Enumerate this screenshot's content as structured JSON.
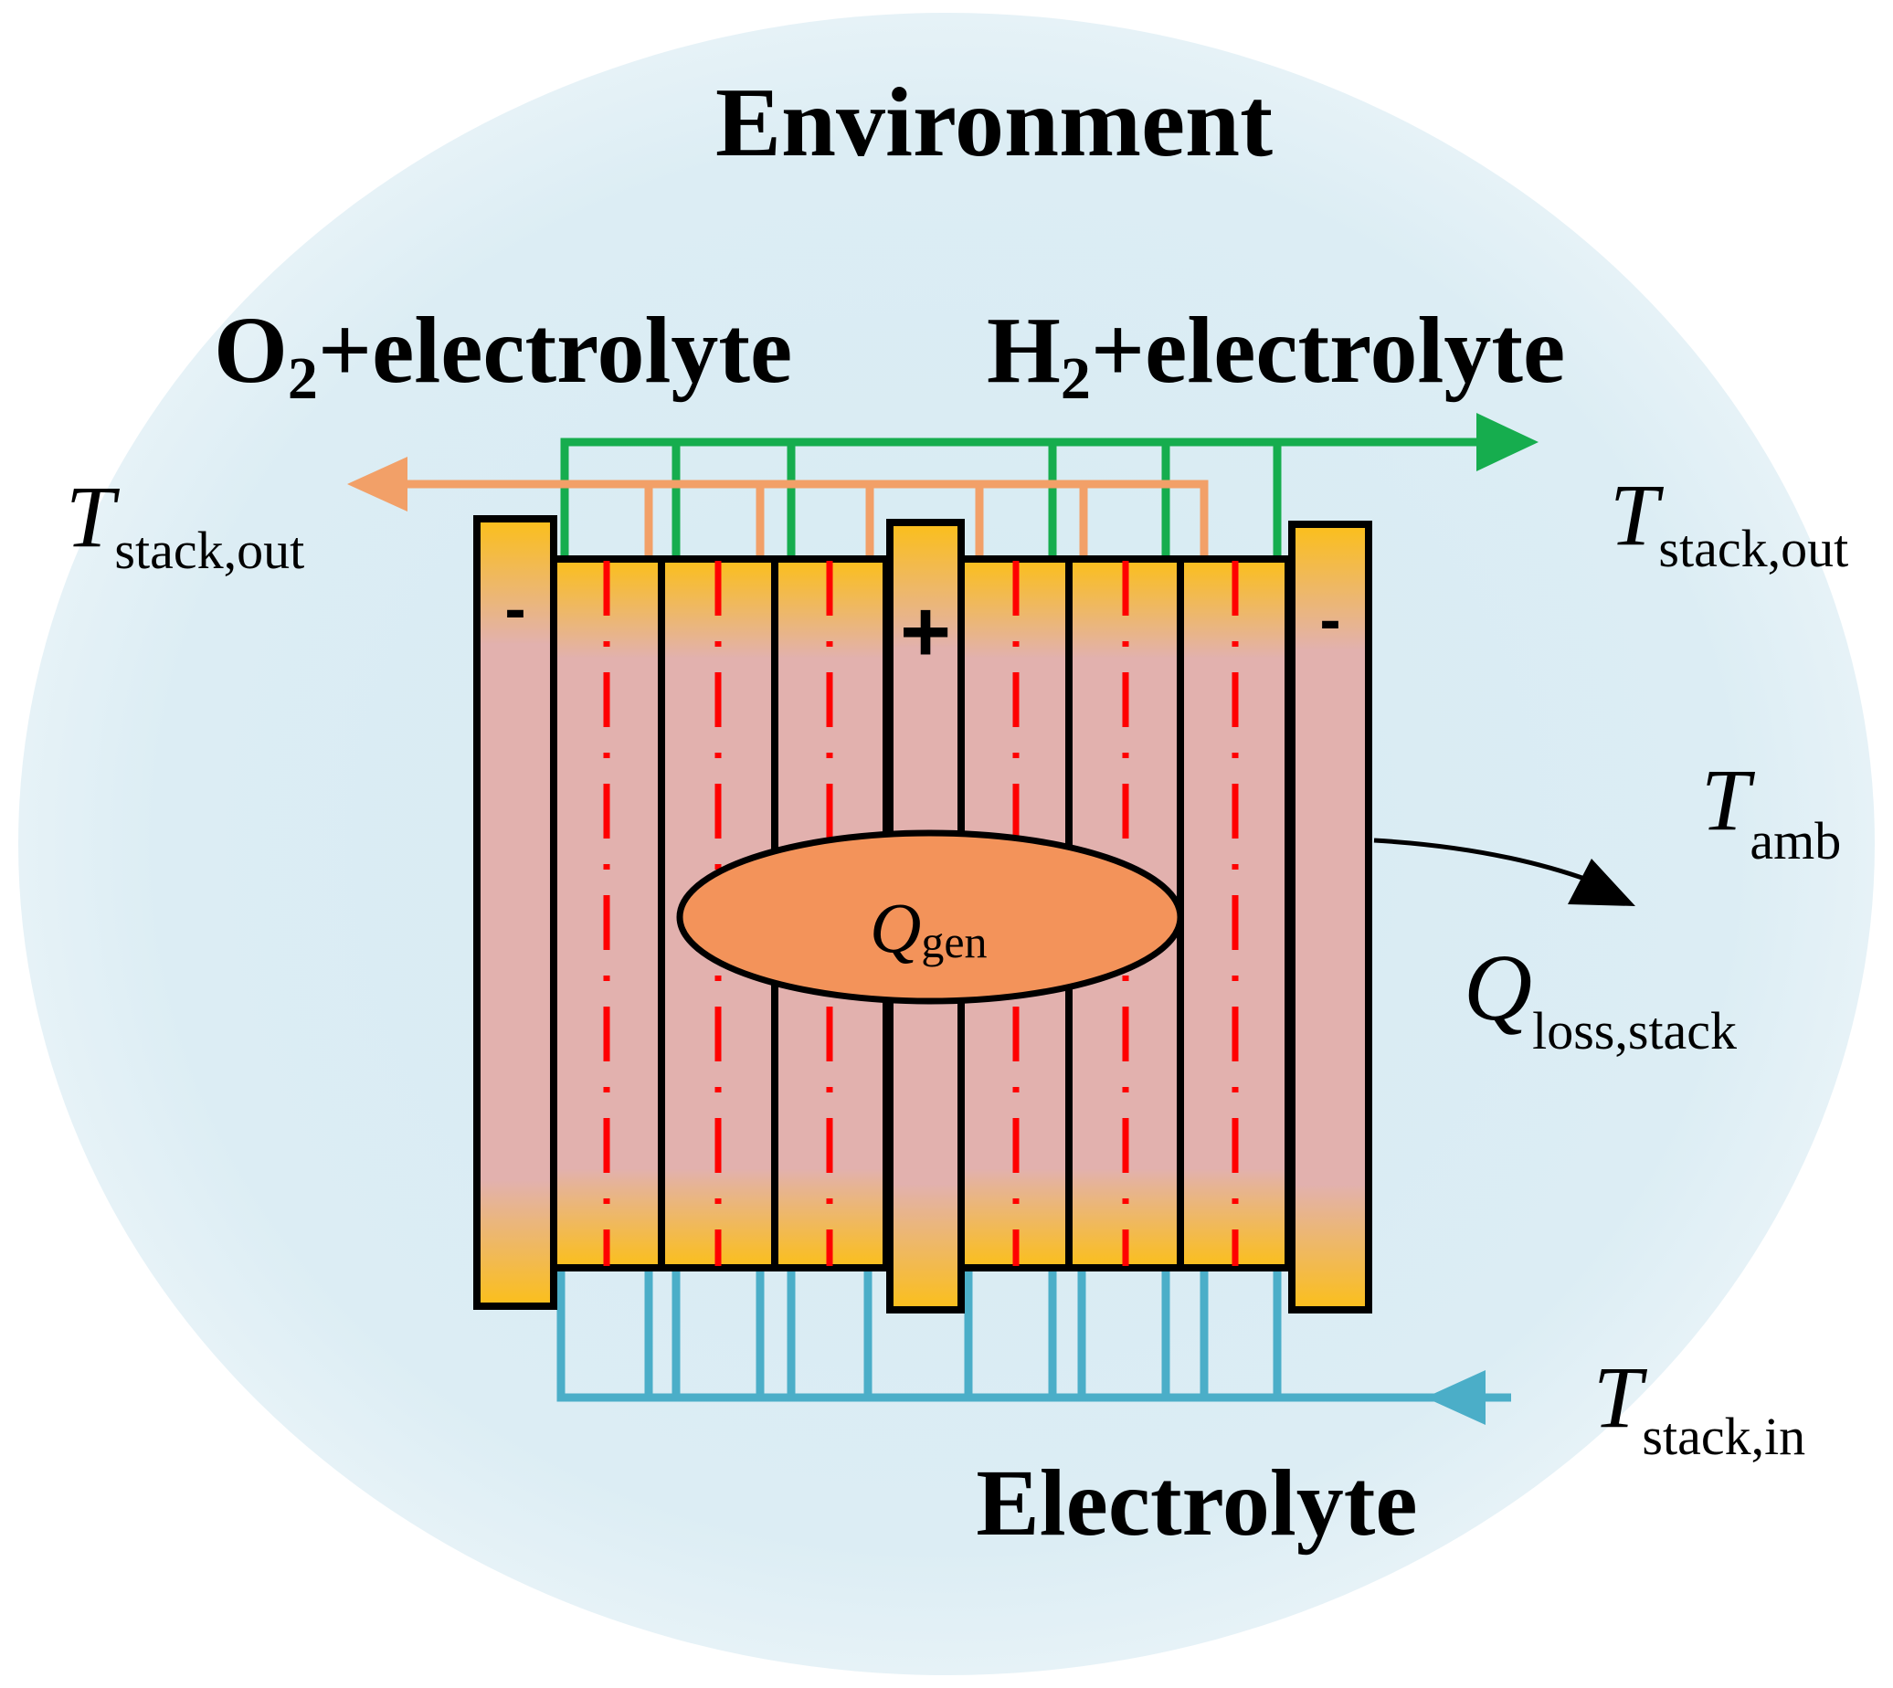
{
  "environment": {
    "label": "Environment"
  },
  "outlets": {
    "o2_label": {
      "main": "O",
      "sub": "2",
      "rest": "+electrolyte"
    },
    "h2_label": {
      "main": "H",
      "sub": "2",
      "rest": "+electrolyte"
    }
  },
  "inlet": {
    "label": "Electrolyte"
  },
  "electrodes": {
    "left_sign": "-",
    "center_sign": "+",
    "right_sign": "-"
  },
  "heat_generation": {
    "symbol": "Q",
    "sub": "gen"
  },
  "temperatures": {
    "stack_out_left": {
      "symbol": "T",
      "sub": "stack,out"
    },
    "stack_out_right": {
      "symbol": "T",
      "sub": "stack,out"
    },
    "ambient": {
      "symbol": "T",
      "sub": "amb"
    },
    "stack_in": {
      "symbol": "T",
      "sub": "stack,in"
    }
  },
  "heat_loss": {
    "symbol": "Q",
    "sub": "loss,stack"
  },
  "colors": {
    "environment": "#dbeef4",
    "cell_body": "#e2b1ae",
    "cell_end": "#fbbf1a",
    "oxygen_line": "#f2a068",
    "hydrogen_line": "#16ad4e",
    "electrolyte_line": "#4baec8",
    "membrane": "#ff0000",
    "heat_ellipse": "#f3935a"
  }
}
